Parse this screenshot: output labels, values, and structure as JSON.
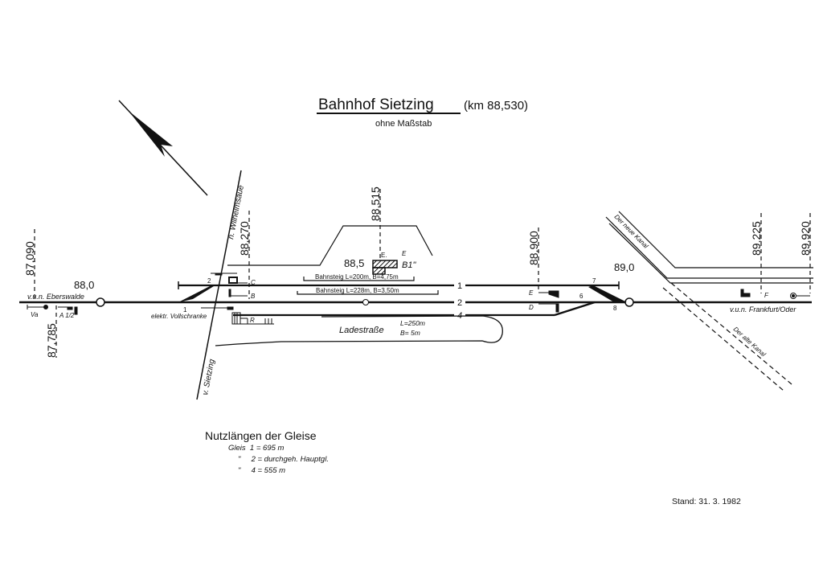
{
  "title": {
    "name": "Bahnhof Sietzing",
    "km": "(km 88,530)",
    "subtitle": "ohne Maßstab"
  },
  "km_markers": [
    "87,090",
    "87,785",
    "88,270",
    "88,515",
    "88,900",
    "89,225",
    "89,920"
  ],
  "km_posts": [
    "88,0",
    "88,5",
    "89,0"
  ],
  "directions": {
    "west": "v.u.n. Eberswalde",
    "east": "v.u.n. Frankfurt/Oder"
  },
  "roads": {
    "north": "n. Wilhelmsaue",
    "south": "v. Sietzing"
  },
  "crossing": "elektr. Vollschranke",
  "canals": {
    "new": "Der neue Kanal",
    "old": "Der alte Kanal"
  },
  "signals": [
    "Va",
    "A 1/2",
    "B",
    "C",
    "D",
    "E",
    "E",
    "F",
    "R"
  ],
  "building": {
    "label": "E.",
    "code": "B1\"",
    "ditto": "\""
  },
  "switches": [
    "1",
    "2",
    "6",
    "7",
    "8"
  ],
  "tracks": [
    "1",
    "2",
    "4"
  ],
  "platforms": [
    "Bahnsteig  L=200m, B=4,75m",
    "Bahnsteig  L=228m, B=3,50m"
  ],
  "loading_road": {
    "name": "Ladestraße",
    "length": "L=250m",
    "width": "B=   5m"
  },
  "usable_lengths": {
    "heading": "Nutzlängen der Gleise",
    "rows": [
      "Gleis  1 = 695 m",
      "\"     2 = durchgeh. Hauptgl.",
      "\"     4 = 555 m"
    ]
  },
  "status": "Stand: 31. 3. 1982"
}
